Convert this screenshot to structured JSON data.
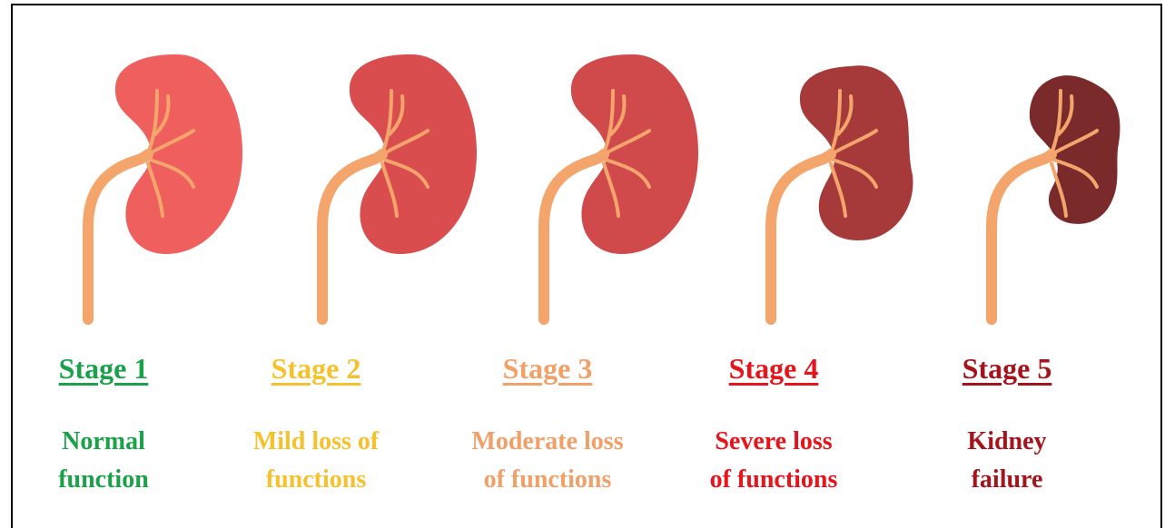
{
  "stages": [
    {
      "label": "Stage 1",
      "desc_line1": "Normal",
      "desc_line2": "function",
      "label_color": "#1aa14a",
      "kidney_color": "#ef5f5e"
    },
    {
      "label": "Stage 2",
      "desc_line1": "Mild loss of",
      "desc_line2": "functions",
      "label_color": "#f5c12d",
      "kidney_color": "#d94d4f"
    },
    {
      "label": "Stage 3",
      "desc_line1": "Moderate loss",
      "desc_line2": "of functions",
      "label_color": "#f0a069",
      "kidney_color": "#d04a4c"
    },
    {
      "label": "Stage 4",
      "desc_line1": "Severe loss",
      "desc_line2": "of functions",
      "label_color": "#e8141c",
      "kidney_color": "#a63a3b"
    },
    {
      "label": "Stage 5",
      "desc_line1": "Kidney",
      "desc_line2": "failure",
      "label_color": "#a3141c",
      "kidney_color": "#7b2a2c"
    }
  ],
  "ureter_color": "#f4a56c"
}
